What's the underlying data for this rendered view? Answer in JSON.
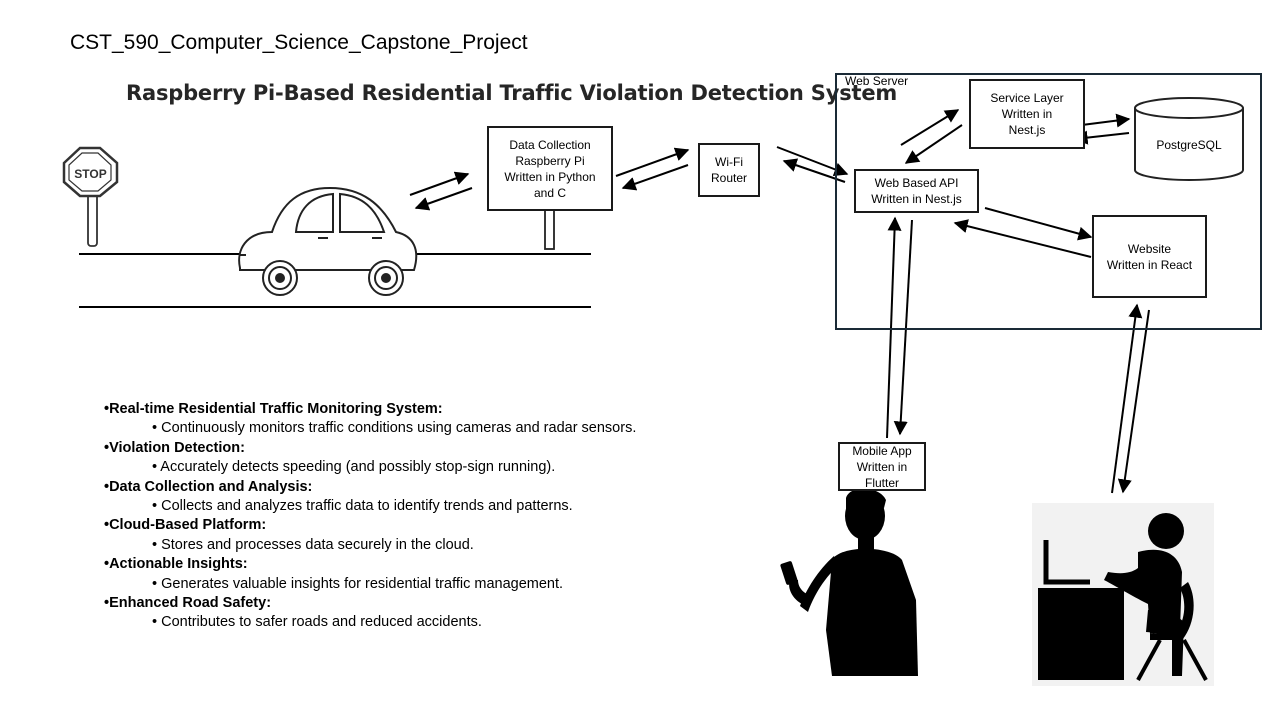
{
  "header": {
    "course_title": "CST_590_Computer_Science_Capstone_Project",
    "system_title": "Raspberry Pi-Based Residential Traffic Violation Detection System"
  },
  "scene": {
    "stop_sign_text": "STOP"
  },
  "diagram": {
    "data_collection": "Data Collection\nRaspberry Pi\nWritten in Python\nand C",
    "wifi_router": "Wi-Fi\nRouter",
    "web_server_label": "Web Server",
    "service_layer": "Service Layer\nWritten in\nNest.js",
    "postgres": "PostgreSQL",
    "web_api": "Web Based API\nWritten in Nest.js",
    "website": "Website\nWritten in React",
    "mobile_app": "Mobile App\nWritten in\nFlutter"
  },
  "features": [
    {
      "title": "•Real-time Residential Traffic Monitoring System:",
      "detail": "• Continuously monitors traffic conditions using cameras and radar sensors."
    },
    {
      "title": "•Violation Detection:",
      "detail": "• Accurately detects speeding (and possibly stop-sign running)."
    },
    {
      "title": "•Data Collection and Analysis:",
      "detail": "• Collects and analyzes traffic data to identify trends and patterns."
    },
    {
      "title": "•Cloud-Based Platform:",
      "detail": "• Stores and processes data securely in the cloud."
    },
    {
      "title": "•Actionable Insights:",
      "detail": "• Generates valuable insights for residential traffic management."
    },
    {
      "title": "•Enhanced Road Safety:",
      "detail": "• Contributes to safer roads and reduced accidents."
    }
  ],
  "colors": {
    "ink": "#000000",
    "frame": "#1a2a36",
    "title_text": "#262626"
  }
}
